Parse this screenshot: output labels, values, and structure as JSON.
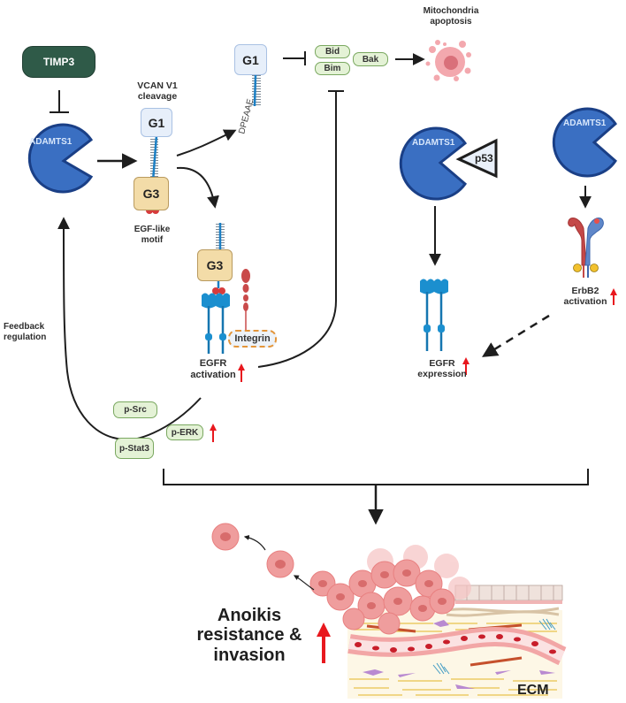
{
  "diagram": {
    "inhibitor": {
      "label": "TIMP3",
      "color": "#2f5a48"
    },
    "enzyme": {
      "label": "ADAMTS1",
      "color": "#3a6fc2",
      "outline": "#1a3f86"
    },
    "substrate": {
      "title_line1": "VCAN V1",
      "title_line2": "cleavage",
      "domain_n": "G1",
      "domain_c": "G3",
      "motif_line1": "EGF-like",
      "motif_line2": "motif",
      "neo_epitope": "DPEAAE"
    },
    "apoptosis": {
      "proteins": [
        "Bid",
        "Bim",
        "Bak"
      ],
      "label_line1": "Mitochondria",
      "label_line2": "apoptosis"
    },
    "egfr_activation": {
      "domain": "G3",
      "partner": "Integrin",
      "label_line1": "EGFR",
      "label_line2": "activation",
      "trend": "up"
    },
    "feedback": {
      "label_line1": "Feedback",
      "label_line2": "regulation",
      "kinases": [
        "p-Src",
        "p-ERK",
        "p-Stat3"
      ],
      "trend": "up"
    },
    "p53_branch": {
      "enzyme_label": "ADAMTS1",
      "cofactor": "p53",
      "label_line1": "EGFR",
      "label_line2": "expression",
      "trend": "up"
    },
    "erbb2_branch": {
      "enzyme_label": "ADAMTS1",
      "label_line1": "ErbB2",
      "label_line2": "activation",
      "trend": "up"
    },
    "outcome": {
      "line1": "Anoikis",
      "line2": "resistance &",
      "line3": "invasion",
      "trend": "up",
      "tissue_label": "ECM"
    },
    "colors": {
      "arrow": "#1e1e1e",
      "up_arrow": "#e8181e",
      "receptor": "#1b8fcf",
      "pill_fill": "#e4f2d6",
      "pill_border": "#7aa860",
      "tumor_cell": "#f0a0a0"
    }
  }
}
